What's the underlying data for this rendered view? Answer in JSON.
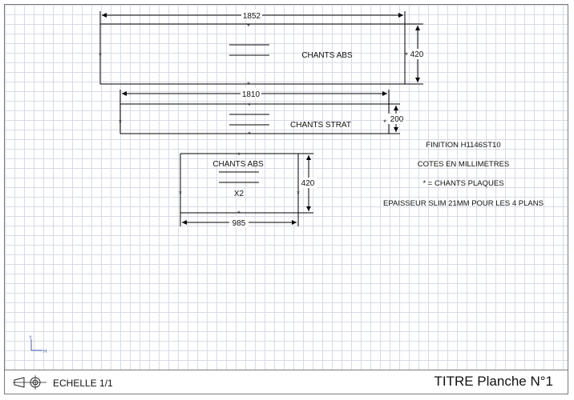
{
  "drawing": {
    "top_panel": {
      "width": "1852",
      "height": "420",
      "label": "CHANTS ABS",
      "edge_marker": "*"
    },
    "middle_panel": {
      "width": "1810",
      "height": "200",
      "label": "CHANTS STRAT",
      "edge_marker": "*"
    },
    "small_panel": {
      "width": "985",
      "height": "420",
      "label": "CHANTS ABS",
      "quantity": "X2",
      "edge_marker": "*"
    }
  },
  "notes": [
    "FINITION H1146ST10",
    "COTES EN MILLIMETRES",
    "* = CHANTS PLAQUES",
    "EPAISSEUR SLIM 21MM POUR LES 4 PLANS"
  ],
  "axis": {
    "y": "Y",
    "x": "H"
  },
  "title_block": {
    "scale": "ECHELLE 1/1",
    "title": "TITRE Planche N°1",
    "icon": "third-angle-projection-icon"
  },
  "colors": {
    "line": "#000000",
    "grid": "#d7dbe6",
    "frame": "#7a7a7a"
  }
}
